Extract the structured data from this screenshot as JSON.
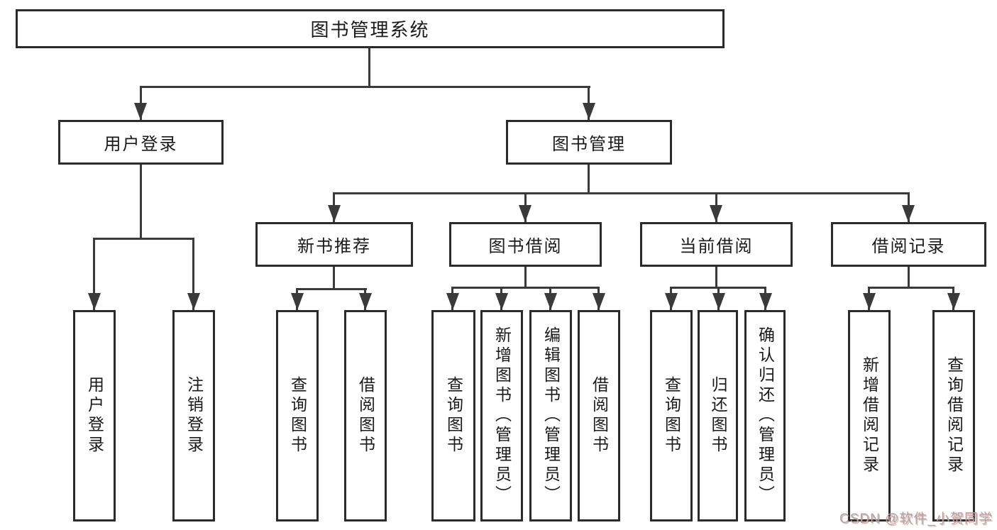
{
  "diagram": {
    "title": "图书管理系统",
    "branches": [
      {
        "label": "用户登录",
        "children": [
          {
            "label": "用户登录"
          },
          {
            "label": "注销登录"
          }
        ]
      },
      {
        "label": "图书管理",
        "children": [
          {
            "label": "新书推荐",
            "children": [
              {
                "label": "查询图书"
              },
              {
                "label": "借阅图书"
              }
            ]
          },
          {
            "label": "图书借阅",
            "children": [
              {
                "label": "查询图书"
              },
              {
                "label": "新增图书（管理员）"
              },
              {
                "label": "编辑图书（管理员）"
              },
              {
                "label": "借阅图书"
              }
            ]
          },
          {
            "label": "当前借阅",
            "children": [
              {
                "label": "查询图书"
              },
              {
                "label": "归还图书"
              },
              {
                "label": "确认归还（管理员）"
              }
            ]
          },
          {
            "label": "借阅记录",
            "children": [
              {
                "label": "新增借阅记录"
              },
              {
                "label": "查询借阅记录"
              }
            ]
          }
        ]
      }
    ]
  },
  "watermark": {
    "text": "CSDN @软件_小贺同学"
  },
  "colors": {
    "line": "#3a3a3a",
    "box_border": "#2b2b2b",
    "box_fill": "#ffffff",
    "text": "#1a1a1a",
    "background": "#ffffff",
    "watermark_text": "#a8a8a8",
    "watermark_accent": "#d96666"
  }
}
